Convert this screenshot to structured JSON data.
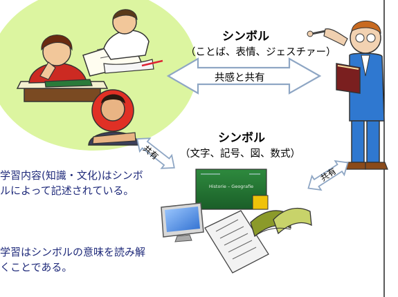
{
  "top_symbol": {
    "title": "シンボル",
    "subtitle": "（ことば、表情、ジェスチァー）"
  },
  "arrow_empathy_label": "共感と共有",
  "bottom_symbol": {
    "title": "シンボル",
    "subtitle": "（文字、記号、図、数式）"
  },
  "share_left": "共有",
  "share_right": "共有",
  "blackboard_text": "Historie – Geografie",
  "notes": {
    "note1": "学習内容(知識・文化)はシンボルによって記述されている。",
    "note2": "学習はシンボルの意味を読み解くことである。"
  },
  "colors": {
    "circle_fill": "#dcf5a0",
    "arrow_fill": "#ffffff",
    "arrow_stroke": "#8ea6c4",
    "note_text": "#1f2a7a",
    "border_line": "#000000"
  }
}
